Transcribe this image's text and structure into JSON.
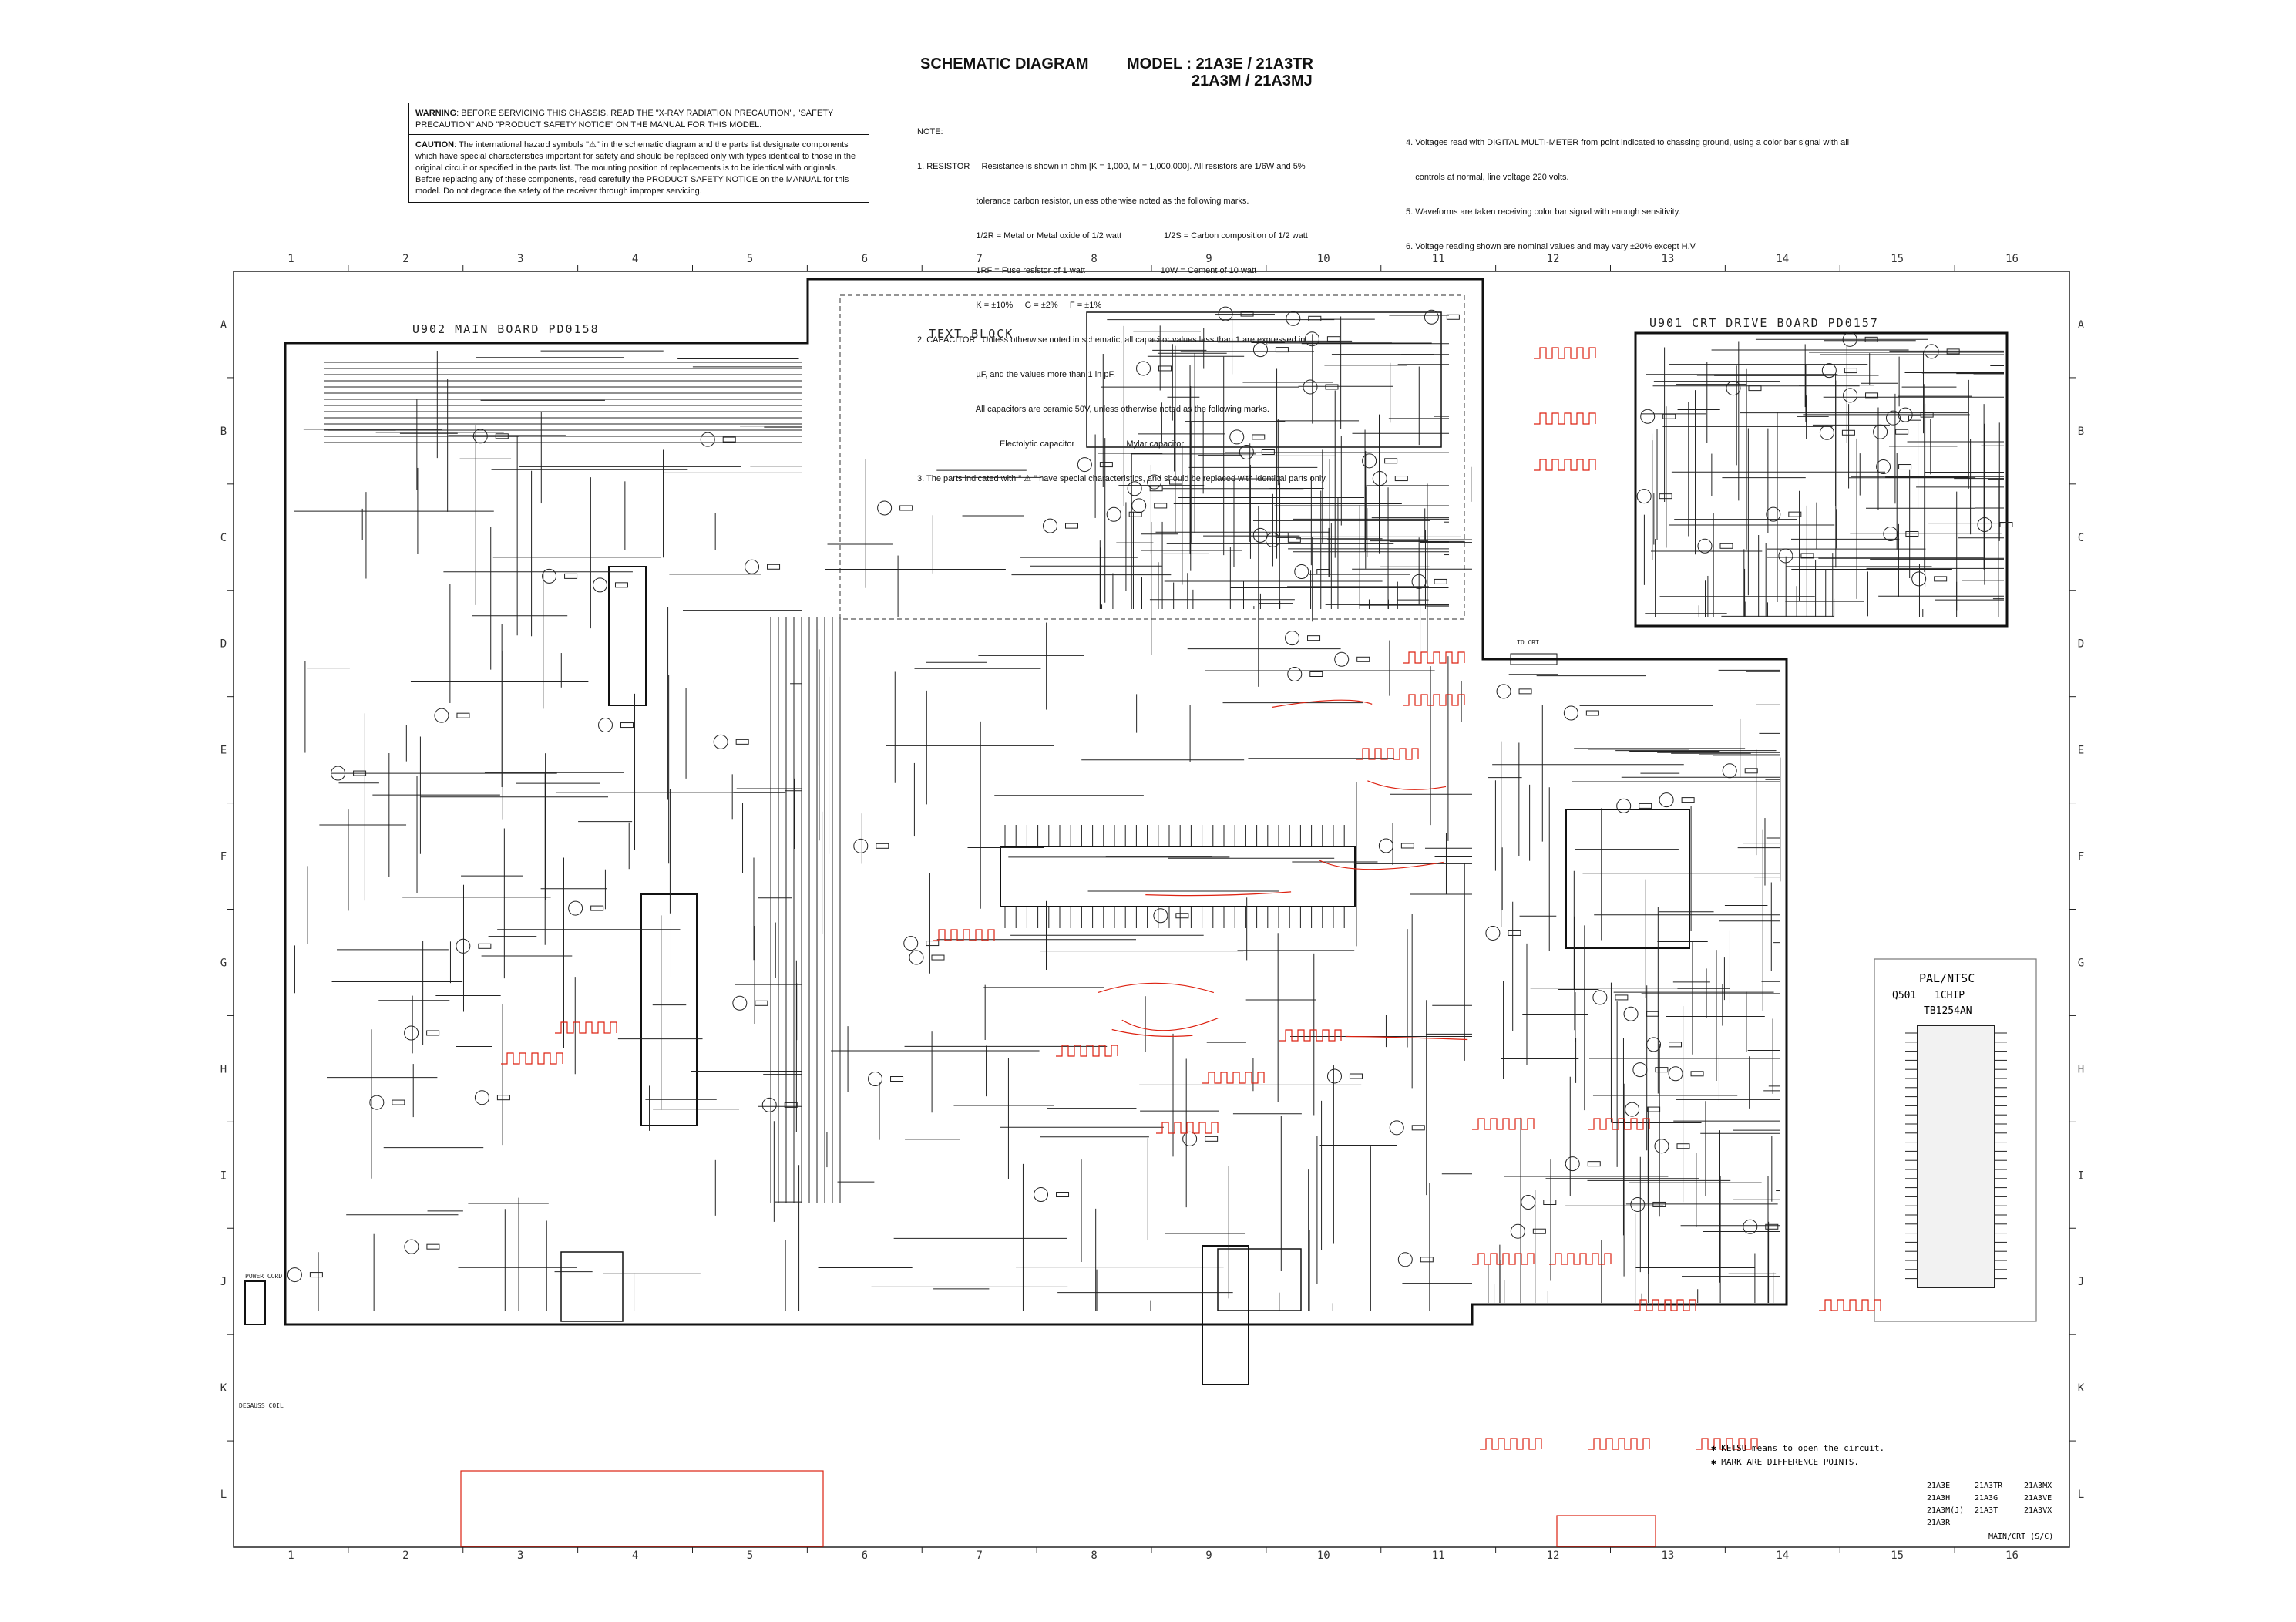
{
  "header": {
    "title": "SCHEMATIC DIAGRAM",
    "model_line1": "MODEL : 21A3E / 21A3TR",
    "model_line2": "21A3M / 21A3MJ"
  },
  "warning": {
    "label": "WARNING",
    "text": ": BEFORE SERVICING THIS CHASSIS, READ THE \"X-RAY RADIATION PRECAUTION\", \"SAFETY PRECAUTION\" AND \"PRODUCT SAFETY NOTICE\" ON THE MANUAL FOR THIS MODEL."
  },
  "caution": {
    "label": "CAUTION",
    "text": ": The international hazard symbols \"⚠\" in the schematic diagram and the parts list designate components which have special characteristics important for safety and should be replaced only with types identical to those in the original circuit or specified in the parts list. The mounting position of replacements is to be identical with originals. Before replacing any of these components, read carefully the PRODUCT SAFETY NOTICE on the MANUAL for this model. Do not degrade the safety of the receiver through improper servicing."
  },
  "notes_left": [
    "NOTE:",
    "1. RESISTOR     Resistance is shown in ohm [K = 1,000, M = 1,000,000]. All resistors are 1/6W and 5%",
    "                         tolerance carbon resistor, unless otherwise noted as the following marks.",
    "                         1/2R = Metal or Metal oxide of 1/2 watt                  1/2S = Carbon composition of 1/2 watt",
    "                         1RF = Fuse resistor of 1 watt                                10W = Cement of 10 watt",
    "                         K = ±10%     G = ±2%     F = ±1%",
    "2. CAPACITOR   Unless otherwise noted in schematic, all capacitor values less than 1 are expressed in",
    "                         µF, and the values more than 1 in pF.",
    "                         All capacitors are ceramic 50V, unless otherwise noted as the following marks.",
    "                                   Electolytic capacitor                      Mylar capacitor",
    "3. The parts indicated with \" ⚠ \" have special characteristics, and should be replaced with identical parts only."
  ],
  "notes_right": [
    "4. Voltages read with DIGITAL MULTI-METER from point indicated to chassing ground, using a color bar signal with all",
    "    controls at normal, line voltage 220 volts.",
    "5. Waveforms are taken receiving color bar signal with enough sensitivity.",
    "6. Voltage reading shown are nominal values and may vary ±20% except H.V"
  ],
  "grid": {
    "columns": [
      "1",
      "2",
      "3",
      "4",
      "5",
      "6",
      "7",
      "8",
      "9",
      "10",
      "11",
      "12",
      "13",
      "14",
      "15",
      "16"
    ],
    "rows": [
      "A",
      "B",
      "C",
      "D",
      "E",
      "F",
      "G",
      "H",
      "I",
      "J",
      "K",
      "L"
    ]
  },
  "blocks": {
    "main_board": "U902  MAIN BOARD      PD0158",
    "text_block": "TEXT BLOCK",
    "crt_drive": "U901  CRT DRIVE BOARD     PD0157",
    "to_crt": "TO CRT",
    "power_cord": "POWER CORD",
    "degauss": "DEGAUSS COIL"
  },
  "chip_inset": {
    "line1": "PAL/NTSC",
    "line2": "Q501",
    "line3": "1CHIP",
    "line4": "TB1254AN"
  },
  "legend": {
    "line1": "✱ KETSU means to open the circuit.",
    "line2": "✱ MARK ARE DIFFERENCE POINTS."
  },
  "models_table": [
    "21A3E",
    "21A3TR",
    "21A3MX",
    "21A3H",
    "21A3G",
    "21A3VE",
    "21A3M(J)",
    "21A3T",
    "21A3VX",
    "21A3R"
  ],
  "footer": "MAIN/CRT    (S/C)"
}
